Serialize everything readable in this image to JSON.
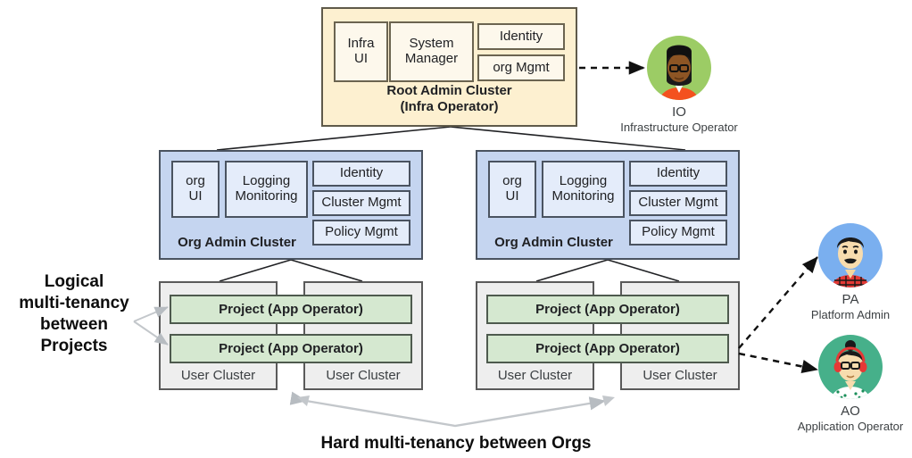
{
  "diagram": {
    "title_bottom": "Hard multi-tenancy between Orgs",
    "caption_left": "Logical\nmulti-tenancy\nbetween\nProjects",
    "caption_left_lines": [
      "Logical",
      "multi-tenancy",
      "between",
      "Projects"
    ]
  },
  "root_cluster": {
    "title_line1": "Root Admin Cluster",
    "title_line2": "(Infra Operator)",
    "fill": "#fdf0d0",
    "stroke": "#5f5a4a",
    "tiles": [
      {
        "label_line1": "Infra",
        "label_line2": "UI"
      },
      {
        "label_line1": "System",
        "label_line2": "Manager"
      },
      {
        "label_line1": "Identity",
        "label_line2": ""
      },
      {
        "label_line1": "org Mgmt",
        "label_line2": ""
      }
    ]
  },
  "org_clusters": [
    {
      "title": "Org Admin Cluster",
      "fill": "#c5d5f0",
      "stroke": "#4a5360",
      "tiles": [
        {
          "label_line1": "org",
          "label_line2": "UI"
        },
        {
          "label_line1": "Logging",
          "label_line2": "Monitoring"
        },
        {
          "label_line1": "Identity",
          "label_line2": ""
        },
        {
          "label_line1": "Cluster Mgmt",
          "label_line2": ""
        },
        {
          "label_line1": "Policy Mgmt",
          "label_line2": ""
        }
      ]
    },
    {
      "title": "Org Admin Cluster",
      "fill": "#c5d5f0",
      "stroke": "#4a5360",
      "tiles": [
        {
          "label_line1": "org",
          "label_line2": "UI"
        },
        {
          "label_line1": "Logging",
          "label_line2": "Monitoring"
        },
        {
          "label_line1": "Identity",
          "label_line2": ""
        },
        {
          "label_line1": "Cluster Mgmt",
          "label_line2": ""
        },
        {
          "label_line1": "Policy Mgmt",
          "label_line2": ""
        }
      ]
    }
  ],
  "user_cluster_groups": [
    {
      "projects": [
        "Project (App Operator)",
        "Project (App Operator)"
      ],
      "clusters": [
        "User Cluster",
        "User Cluster"
      ],
      "fill": "#eeeeee",
      "project_fill": "#d5e8d0"
    },
    {
      "projects": [
        "Project (App Operator)",
        "Project  (App Operator)"
      ],
      "clusters": [
        "User Cluster",
        "User Cluster"
      ],
      "fill": "#eeeeee",
      "project_fill": "#d5e8d0"
    }
  ],
  "personas": [
    {
      "abbr": "IO",
      "description": "Infrastructure Operator",
      "avatar_bg": "#9ccc65",
      "icon": "person-glasses-dark-hair-icon"
    },
    {
      "abbr": "PA",
      "description": "Platform Admin",
      "avatar_bg": "#7aafef",
      "icon": "person-mustache-plaid-shirt-icon"
    },
    {
      "abbr": "AO",
      "description": "Application Operator",
      "avatar_bg": "#46b08a",
      "icon": "person-glasses-bun-headphones-icon"
    }
  ],
  "connectors": {
    "root_to_io": "dashed-arrow",
    "project_to_pa": "dashed-arrow",
    "project_to_ao": "dashed-arrow",
    "logical_tenancy_arrows": "thin-gray-arrow",
    "hard_tenancy_arrow": "gray-double-arrow"
  }
}
